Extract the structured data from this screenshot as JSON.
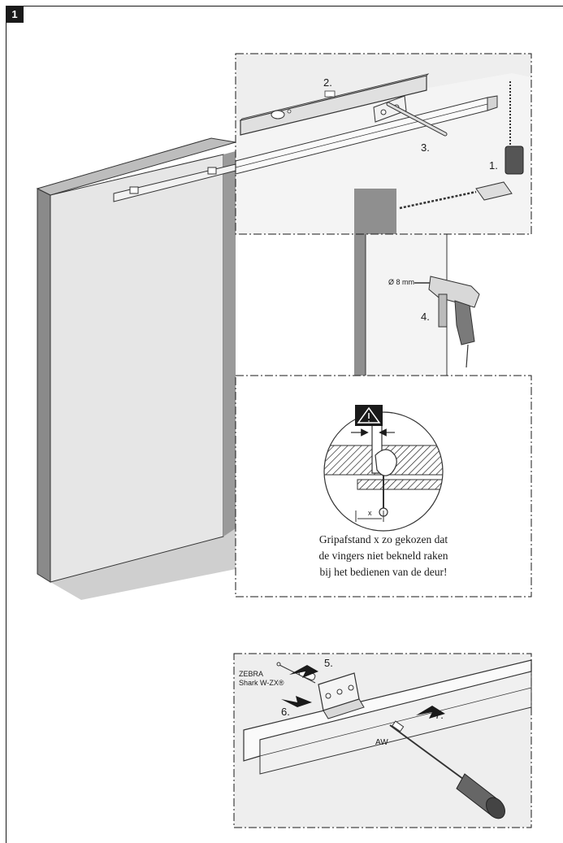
{
  "page": {
    "step_number": "1"
  },
  "panel_top": {
    "labels": {
      "level": "2.",
      "rod": "3.",
      "tape_measure": "1."
    }
  },
  "drill": {
    "diameter": "Ø 8 mm",
    "step": "4."
  },
  "warning_panel": {
    "gap_label": "x",
    "caption": [
      "Gripafstand x zo gekozen dat",
      "de vingers niet bekneld raken",
      "bij het bedienen van de deur!"
    ]
  },
  "panel_bottom": {
    "brand": "ZEBRA",
    "product": "Shark W-ZX®",
    "steps": {
      "five": "5.",
      "six": "6.",
      "seven": "7."
    },
    "aw_label": "AW"
  }
}
